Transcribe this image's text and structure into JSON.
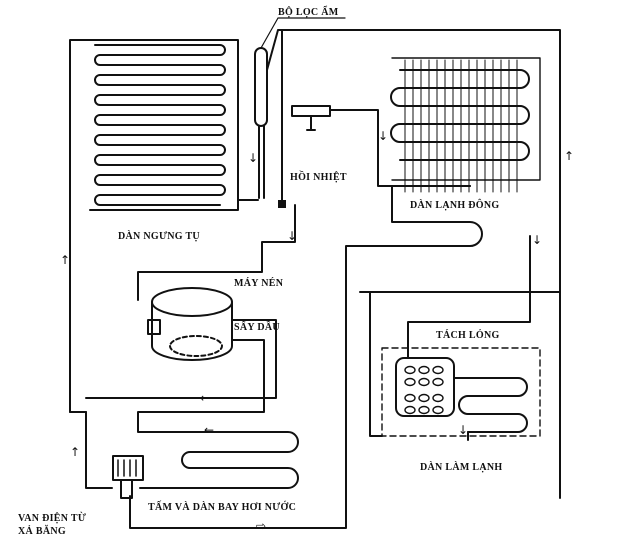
{
  "labels": {
    "filter": "BỘ LỌC ẨM",
    "heat_exchanger": "HỒI NHIỆT",
    "freezer_evaporator": "DÀN LẠNH ĐÔNG",
    "condenser": "DÀN NGƯNG TỤ",
    "compressor": "MÁY NÉN",
    "oil_heater": "SẤY DẦU",
    "separator": "TÁCH LỎNG",
    "cooling_evaporator": "DÀN LÀM LẠNH",
    "evaporator_tray": "TẤM VÀ DÀN BAY HƠI NƯỚC",
    "valve_line1": "VAN ĐIỆN TỪ",
    "valve_line2": "XẢ BĂNG"
  },
  "arrows": {
    "up": "↑",
    "down": "↓",
    "left": "←",
    "right": "⇨"
  }
}
